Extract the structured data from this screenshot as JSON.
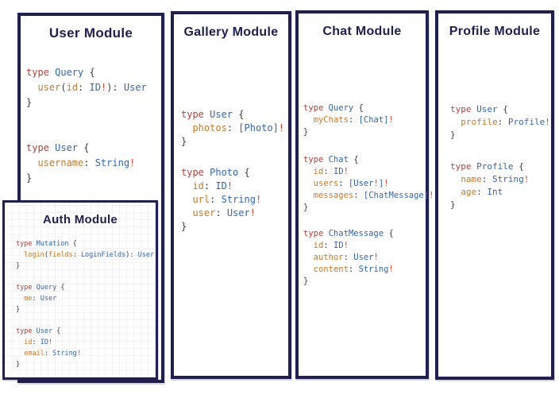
{
  "palette": {
    "navy_border_title": "#20204e",
    "keyword_red": "#b0433b",
    "type_blue": "#3465ab",
    "field_orange": "#c8792c",
    "bang_red": "#d2452e",
    "punct_gray": "#3d3d44"
  },
  "modules": {
    "user": {
      "title": "User Module",
      "blocks": [
        [
          [
            [
              "k",
              "type "
            ],
            [
              "t",
              "Query "
            ],
            [
              "p",
              "{"
            ]
          ],
          [
            [
              "p",
              "  "
            ],
            [
              "f",
              "user"
            ],
            [
              "p",
              "("
            ],
            [
              "f",
              "id"
            ],
            [
              "p",
              ": "
            ],
            [
              "t",
              "ID"
            ],
            [
              "b",
              "!"
            ],
            [
              "p",
              "): "
            ],
            [
              "t",
              "User"
            ]
          ],
          [
            [
              "p",
              "}"
            ]
          ]
        ],
        [
          [
            [
              "k",
              "type "
            ],
            [
              "t",
              "User "
            ],
            [
              "p",
              "{"
            ]
          ],
          [
            [
              "p",
              "  "
            ],
            [
              "f",
              "username"
            ],
            [
              "p",
              ": "
            ],
            [
              "t",
              "String"
            ],
            [
              "b",
              "!"
            ]
          ],
          [
            [
              "p",
              "}"
            ]
          ]
        ]
      ]
    },
    "auth": {
      "title": "Auth Module",
      "blocks": [
        [
          [
            [
              "k",
              "type "
            ],
            [
              "t",
              "Mutation "
            ],
            [
              "p",
              "{"
            ]
          ],
          [
            [
              "p",
              "  "
            ],
            [
              "f",
              "login"
            ],
            [
              "p",
              "("
            ],
            [
              "f",
              "fields"
            ],
            [
              "p",
              ": "
            ],
            [
              "t",
              "LoginFields"
            ],
            [
              "p",
              "): "
            ],
            [
              "t",
              "User"
            ]
          ],
          [
            [
              "p",
              "}"
            ]
          ]
        ],
        [
          [
            [
              "k",
              "type "
            ],
            [
              "t",
              "Query "
            ],
            [
              "p",
              "{"
            ]
          ],
          [
            [
              "p",
              "  "
            ],
            [
              "f",
              "me"
            ],
            [
              "p",
              ": "
            ],
            [
              "t",
              "User"
            ]
          ],
          [
            [
              "p",
              "}"
            ]
          ]
        ],
        [
          [
            [
              "k",
              "type "
            ],
            [
              "t",
              "User "
            ],
            [
              "p",
              "{"
            ]
          ],
          [
            [
              "p",
              "  "
            ],
            [
              "f",
              "id"
            ],
            [
              "p",
              ": "
            ],
            [
              "t",
              "ID"
            ],
            [
              "b",
              "!"
            ]
          ],
          [
            [
              "p",
              "  "
            ],
            [
              "f",
              "email"
            ],
            [
              "p",
              ": "
            ],
            [
              "t",
              "String"
            ],
            [
              "b",
              "!"
            ]
          ],
          [
            [
              "p",
              "}"
            ]
          ]
        ]
      ]
    },
    "gallery": {
      "title": "Gallery Module",
      "blocks": [
        [
          [
            [
              "k",
              "type "
            ],
            [
              "t",
              "User "
            ],
            [
              "p",
              "{"
            ]
          ],
          [
            [
              "p",
              "  "
            ],
            [
              "f",
              "photos"
            ],
            [
              "p",
              ": "
            ],
            [
              "t",
              "[Photo]"
            ],
            [
              "b",
              "!"
            ]
          ],
          [
            [
              "p",
              "}"
            ]
          ]
        ],
        [
          [
            [
              "k",
              "type "
            ],
            [
              "t",
              "Photo "
            ],
            [
              "p",
              "{"
            ]
          ],
          [
            [
              "p",
              "  "
            ],
            [
              "f",
              "id"
            ],
            [
              "p",
              ": "
            ],
            [
              "t",
              "ID"
            ],
            [
              "b",
              "!"
            ]
          ],
          [
            [
              "p",
              "  "
            ],
            [
              "f",
              "url"
            ],
            [
              "p",
              ": "
            ],
            [
              "t",
              "String"
            ],
            [
              "b",
              "!"
            ]
          ],
          [
            [
              "p",
              "  "
            ],
            [
              "f",
              "user"
            ],
            [
              "p",
              ": "
            ],
            [
              "t",
              "User"
            ],
            [
              "b",
              "!"
            ]
          ],
          [
            [
              "p",
              "}"
            ]
          ]
        ]
      ]
    },
    "chat": {
      "title": "Chat Module",
      "blocks": [
        [
          [
            [
              "k",
              "type "
            ],
            [
              "t",
              "Query "
            ],
            [
              "p",
              "{"
            ]
          ],
          [
            [
              "p",
              "  "
            ],
            [
              "f",
              "myChats"
            ],
            [
              "p",
              ": "
            ],
            [
              "t",
              "[Chat]"
            ],
            [
              "b",
              "!"
            ]
          ],
          [
            [
              "p",
              "}"
            ]
          ]
        ],
        [
          [
            [
              "k",
              "type "
            ],
            [
              "t",
              "Chat "
            ],
            [
              "p",
              "{"
            ]
          ],
          [
            [
              "p",
              "  "
            ],
            [
              "f",
              "id"
            ],
            [
              "p",
              ": "
            ],
            [
              "t",
              "ID"
            ],
            [
              "b",
              "!"
            ]
          ],
          [
            [
              "p",
              "  "
            ],
            [
              "f",
              "users"
            ],
            [
              "p",
              ": "
            ],
            [
              "t",
              "[User"
            ],
            [
              "b",
              "!"
            ],
            [
              "t",
              "]"
            ],
            [
              "b",
              "!"
            ]
          ],
          [
            [
              "p",
              "  "
            ],
            [
              "f",
              "messages"
            ],
            [
              "p",
              ": "
            ],
            [
              "t",
              "[ChatMessage]"
            ],
            [
              "b",
              "!"
            ]
          ],
          [
            [
              "p",
              "}"
            ]
          ]
        ],
        [
          [
            [
              "k",
              "type "
            ],
            [
              "t",
              "ChatMessage "
            ],
            [
              "p",
              "{"
            ]
          ],
          [
            [
              "p",
              "  "
            ],
            [
              "f",
              "id"
            ],
            [
              "p",
              ": "
            ],
            [
              "t",
              "ID"
            ],
            [
              "b",
              "!"
            ]
          ],
          [
            [
              "p",
              "  "
            ],
            [
              "f",
              "author"
            ],
            [
              "p",
              ": "
            ],
            [
              "t",
              "User"
            ],
            [
              "b",
              "!"
            ]
          ],
          [
            [
              "p",
              "  "
            ],
            [
              "f",
              "content"
            ],
            [
              "p",
              ": "
            ],
            [
              "t",
              "String"
            ],
            [
              "b",
              "!"
            ]
          ],
          [
            [
              "p",
              "}"
            ]
          ]
        ]
      ]
    },
    "profile": {
      "title": "Profile Module",
      "blocks": [
        [
          [
            [
              "k",
              "type "
            ],
            [
              "t",
              "User "
            ],
            [
              "p",
              "{"
            ]
          ],
          [
            [
              "p",
              "  "
            ],
            [
              "f",
              "profile"
            ],
            [
              "p",
              ": "
            ],
            [
              "t",
              "Profile"
            ],
            [
              "b",
              "!"
            ]
          ],
          [
            [
              "p",
              "}"
            ]
          ]
        ],
        [
          [
            [
              "k",
              "type "
            ],
            [
              "t",
              "Profile "
            ],
            [
              "p",
              "{"
            ]
          ],
          [
            [
              "p",
              "  "
            ],
            [
              "f",
              "name"
            ],
            [
              "p",
              ": "
            ],
            [
              "t",
              "String"
            ],
            [
              "b",
              "!"
            ]
          ],
          [
            [
              "p",
              "  "
            ],
            [
              "f",
              "age"
            ],
            [
              "p",
              ": "
            ],
            [
              "t",
              "Int"
            ]
          ],
          [
            [
              "p",
              "}"
            ]
          ]
        ]
      ]
    }
  }
}
